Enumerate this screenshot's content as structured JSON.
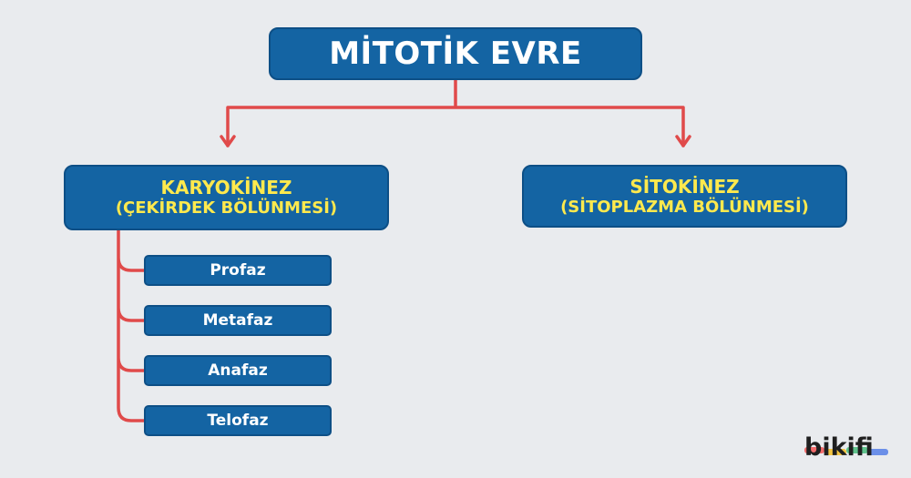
{
  "title": "MİTOTİK EVRE",
  "left": {
    "title": "KARYOKİNEZ",
    "subtitle": "(ÇEKİRDEK BÖLÜNMESİ)",
    "stages": [
      "Profaz",
      "Metafaz",
      "Anafaz",
      "Telofaz"
    ]
  },
  "right": {
    "title": "SİTOKİNEZ",
    "subtitle": "(SİTOPLAZMA BÖLÜNMESİ)"
  },
  "brand": "bikifi",
  "colors": {
    "box_fill": "#1464a3",
    "connector": "#e04a4a",
    "highlight_text": "#ffe94d",
    "background": "#e9ebee"
  }
}
